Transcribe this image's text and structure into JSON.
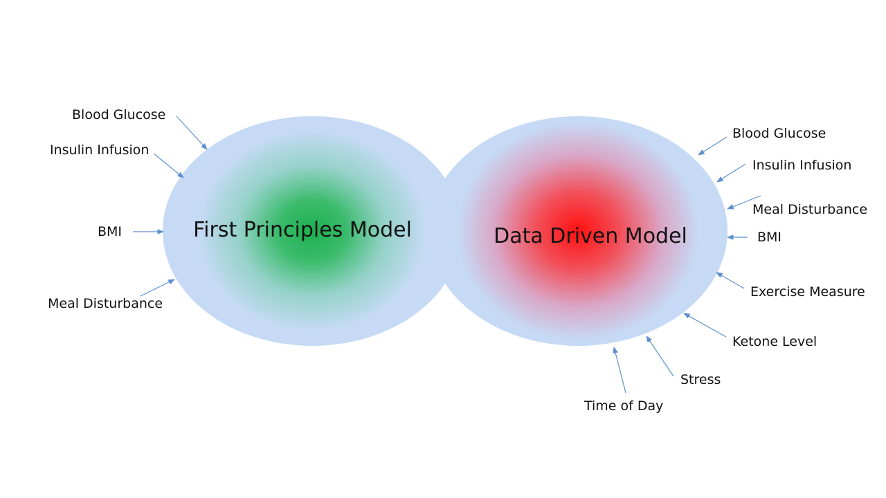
{
  "colors": {
    "ellipse_outer": "#c6daf5",
    "first_principles_core": "#1db04f",
    "data_driven_core": "#ff1010",
    "arrow": "#5b8fd0",
    "text": "#111111"
  },
  "models": {
    "first_principles": {
      "title": "First Principles Model",
      "inputs": [
        "Blood Glucose",
        "Insulin Infusion",
        "BMI",
        "Meal Disturbance"
      ]
    },
    "data_driven": {
      "title": "Data Driven Model",
      "inputs": [
        "Blood Glucose",
        "Insulin Infusion",
        "Meal Disturbance",
        "BMI",
        "Exercise Measure",
        "Ketone Level",
        "Stress",
        "Time of Day"
      ]
    }
  }
}
